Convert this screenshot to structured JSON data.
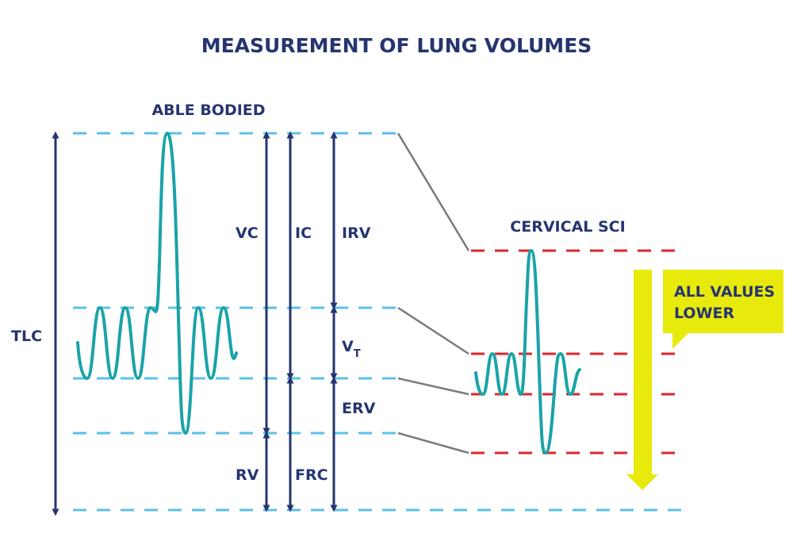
{
  "title": "MEASUREMENT OF LUNG VOLUMES",
  "able_bodied": {
    "heading": "ABLE BODIED",
    "labels": {
      "tlc": "TLC",
      "vc": "VC",
      "ic": "IC",
      "irv": "IRV",
      "vt": "V",
      "vt_sub": "T",
      "erv": "ERV",
      "rv": "RV",
      "frc": "FRC"
    }
  },
  "cervical_sci": {
    "heading": "CERVICAL SCI",
    "callout_line1": "ALL VALUES",
    "callout_line2": "LOWER"
  },
  "colors": {
    "navy": "#263570",
    "cyan_dash": "#5bc0e8",
    "red_dash": "#d9272e",
    "wave": "#1aa3a8",
    "connector": "#7a7a7a",
    "yellow": "#e8ea0c"
  }
}
